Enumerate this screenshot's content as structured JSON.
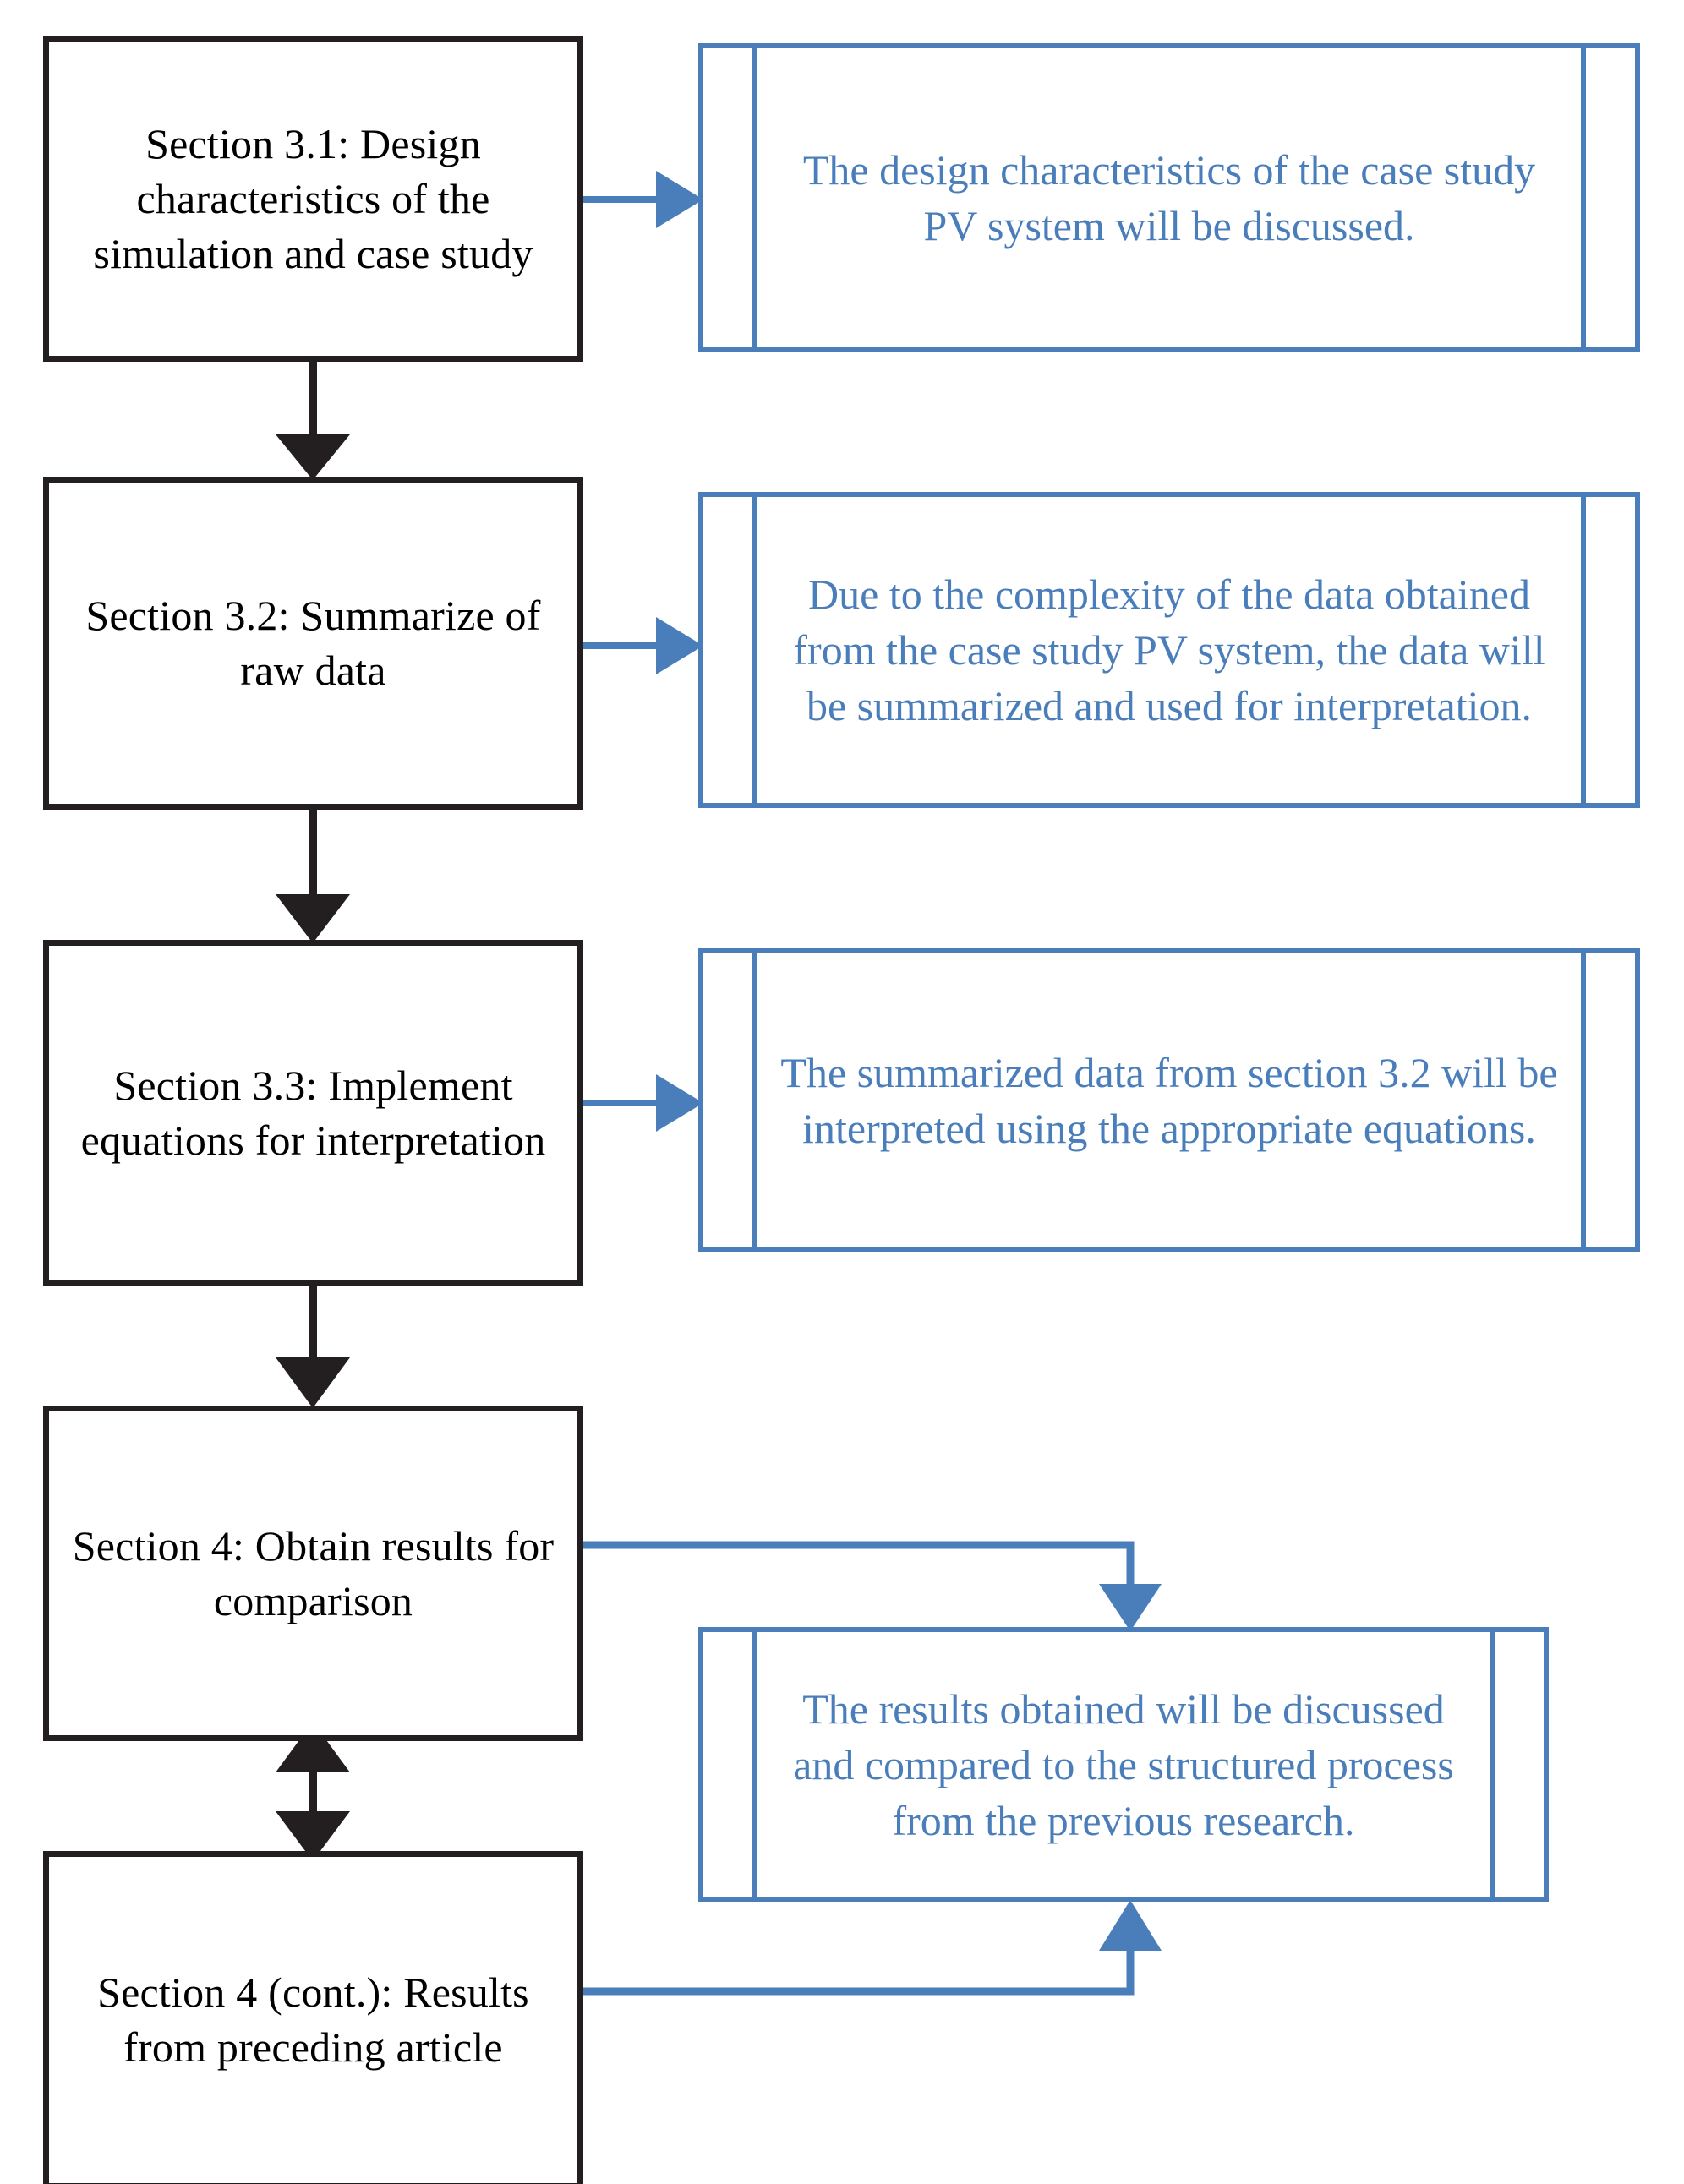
{
  "diagram": {
    "title": "Research article structure flowchart",
    "colors": {
      "process_border": "#231f20",
      "process_text": "#000000",
      "note_border": "#4a7ebb",
      "note_text": "#4a7ebb",
      "connector_black": "#231f20",
      "connector_blue": "#4a7ebb",
      "background": "#ffffff"
    },
    "process_steps": [
      {
        "id": "step-3-1",
        "label": "Section 3.1:  Design characteristics of the simulation and case study"
      },
      {
        "id": "step-3-2",
        "label": "Section 3.2: Summarize of raw data"
      },
      {
        "id": "step-3-3",
        "label": "Section 3.3: Implement equations for interpretation"
      },
      {
        "id": "step-4",
        "label": "Section 4:  Obtain results for comparison"
      },
      {
        "id": "step-4-cont",
        "label": "Section 4 (cont.): Results from preceding article"
      }
    ],
    "notes": [
      {
        "id": "note-3-1",
        "text": "The design characteristics of the case study PV system will be discussed."
      },
      {
        "id": "note-3-2",
        "text": "Due to the complexity of the data obtained from the case study PV system, the data will be summarized and used for interpretation."
      },
      {
        "id": "note-3-3",
        "text": "The summarized data from section 3.2 will be interpreted using the appropriate equations."
      },
      {
        "id": "note-4",
        "text": "The results obtained will be discussed and compared to the structured process from the previous research."
      }
    ],
    "connectors": [
      {
        "id": "arrow-step1-to-step2",
        "kind": "vertical-arrow-down",
        "color": "#231f20"
      },
      {
        "id": "arrow-step2-to-step3",
        "kind": "vertical-arrow-down",
        "color": "#231f20"
      },
      {
        "id": "arrow-step3-to-step4",
        "kind": "vertical-arrow-down",
        "color": "#231f20"
      },
      {
        "id": "arrow-step4-to-step5",
        "kind": "vertical-arrow-double",
        "color": "#231f20"
      },
      {
        "id": "arrow-step1-to-note1",
        "kind": "horizontal-arrow-right",
        "color": "#4a7ebb"
      },
      {
        "id": "arrow-step2-to-note2",
        "kind": "horizontal-arrow-right",
        "color": "#4a7ebb"
      },
      {
        "id": "arrow-step3-to-note3",
        "kind": "horizontal-arrow-right",
        "color": "#4a7ebb"
      },
      {
        "id": "arrow-step4-to-note4",
        "kind": "elbow-arrow-down",
        "color": "#4a7ebb"
      },
      {
        "id": "arrow-step5-to-note4",
        "kind": "elbow-arrow-up",
        "color": "#4a7ebb"
      }
    ]
  }
}
